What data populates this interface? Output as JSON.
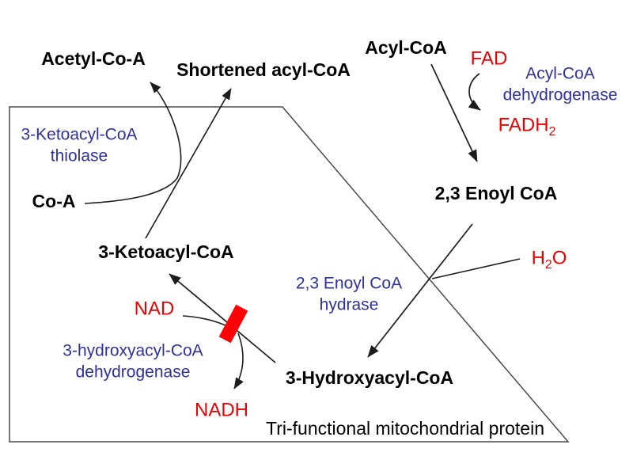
{
  "diagram": {
    "caption": "Tri-functional mitochondrial protein",
    "nodes": {
      "acetyl_coa": "Acetyl-Co-A",
      "shortened_acyl_coa": "Shortened acyl-CoA",
      "acyl_coa": "Acyl-CoA",
      "enoyl_coa": "2,3 Enoyl CoA",
      "hydroxyacyl_coa": "3-Hydroxyacyl-CoA",
      "ketoacyl_coa": "3-Ketoacyl-CoA",
      "coa": "Co-A"
    },
    "enzymes": {
      "acyl_coa_dehydrogenase": {
        "line1": "Acyl-CoA",
        "line2": "dehydrogenase"
      },
      "enoyl_coa_hydrase": {
        "line1": "2,3 Enoyl CoA",
        "line2": "hydrase"
      },
      "hydroxyacyl_dehydrogenase": {
        "line1": "3-hydroxyacyl-CoA",
        "line2": "dehydrogenase"
      },
      "ketoacyl_thiolase": {
        "line1": "3-Ketoacyl-CoA",
        "line2": "thiolase"
      }
    },
    "cofactors": {
      "fad": "FAD",
      "fadh2": {
        "main": "FADH",
        "sub": "2"
      },
      "h2o": {
        "pre": "H",
        "sub": "2",
        "post": "O"
      },
      "nad": "NAD",
      "nadh": "NADH"
    },
    "colors": {
      "node_text": "#000000",
      "enzyme_text": "#30309c",
      "cofactor_text": "#ee0000",
      "arrow": "#1c1c1c",
      "boundary": "#4a4a4a",
      "inhibition_block": "#fb0207"
    }
  }
}
